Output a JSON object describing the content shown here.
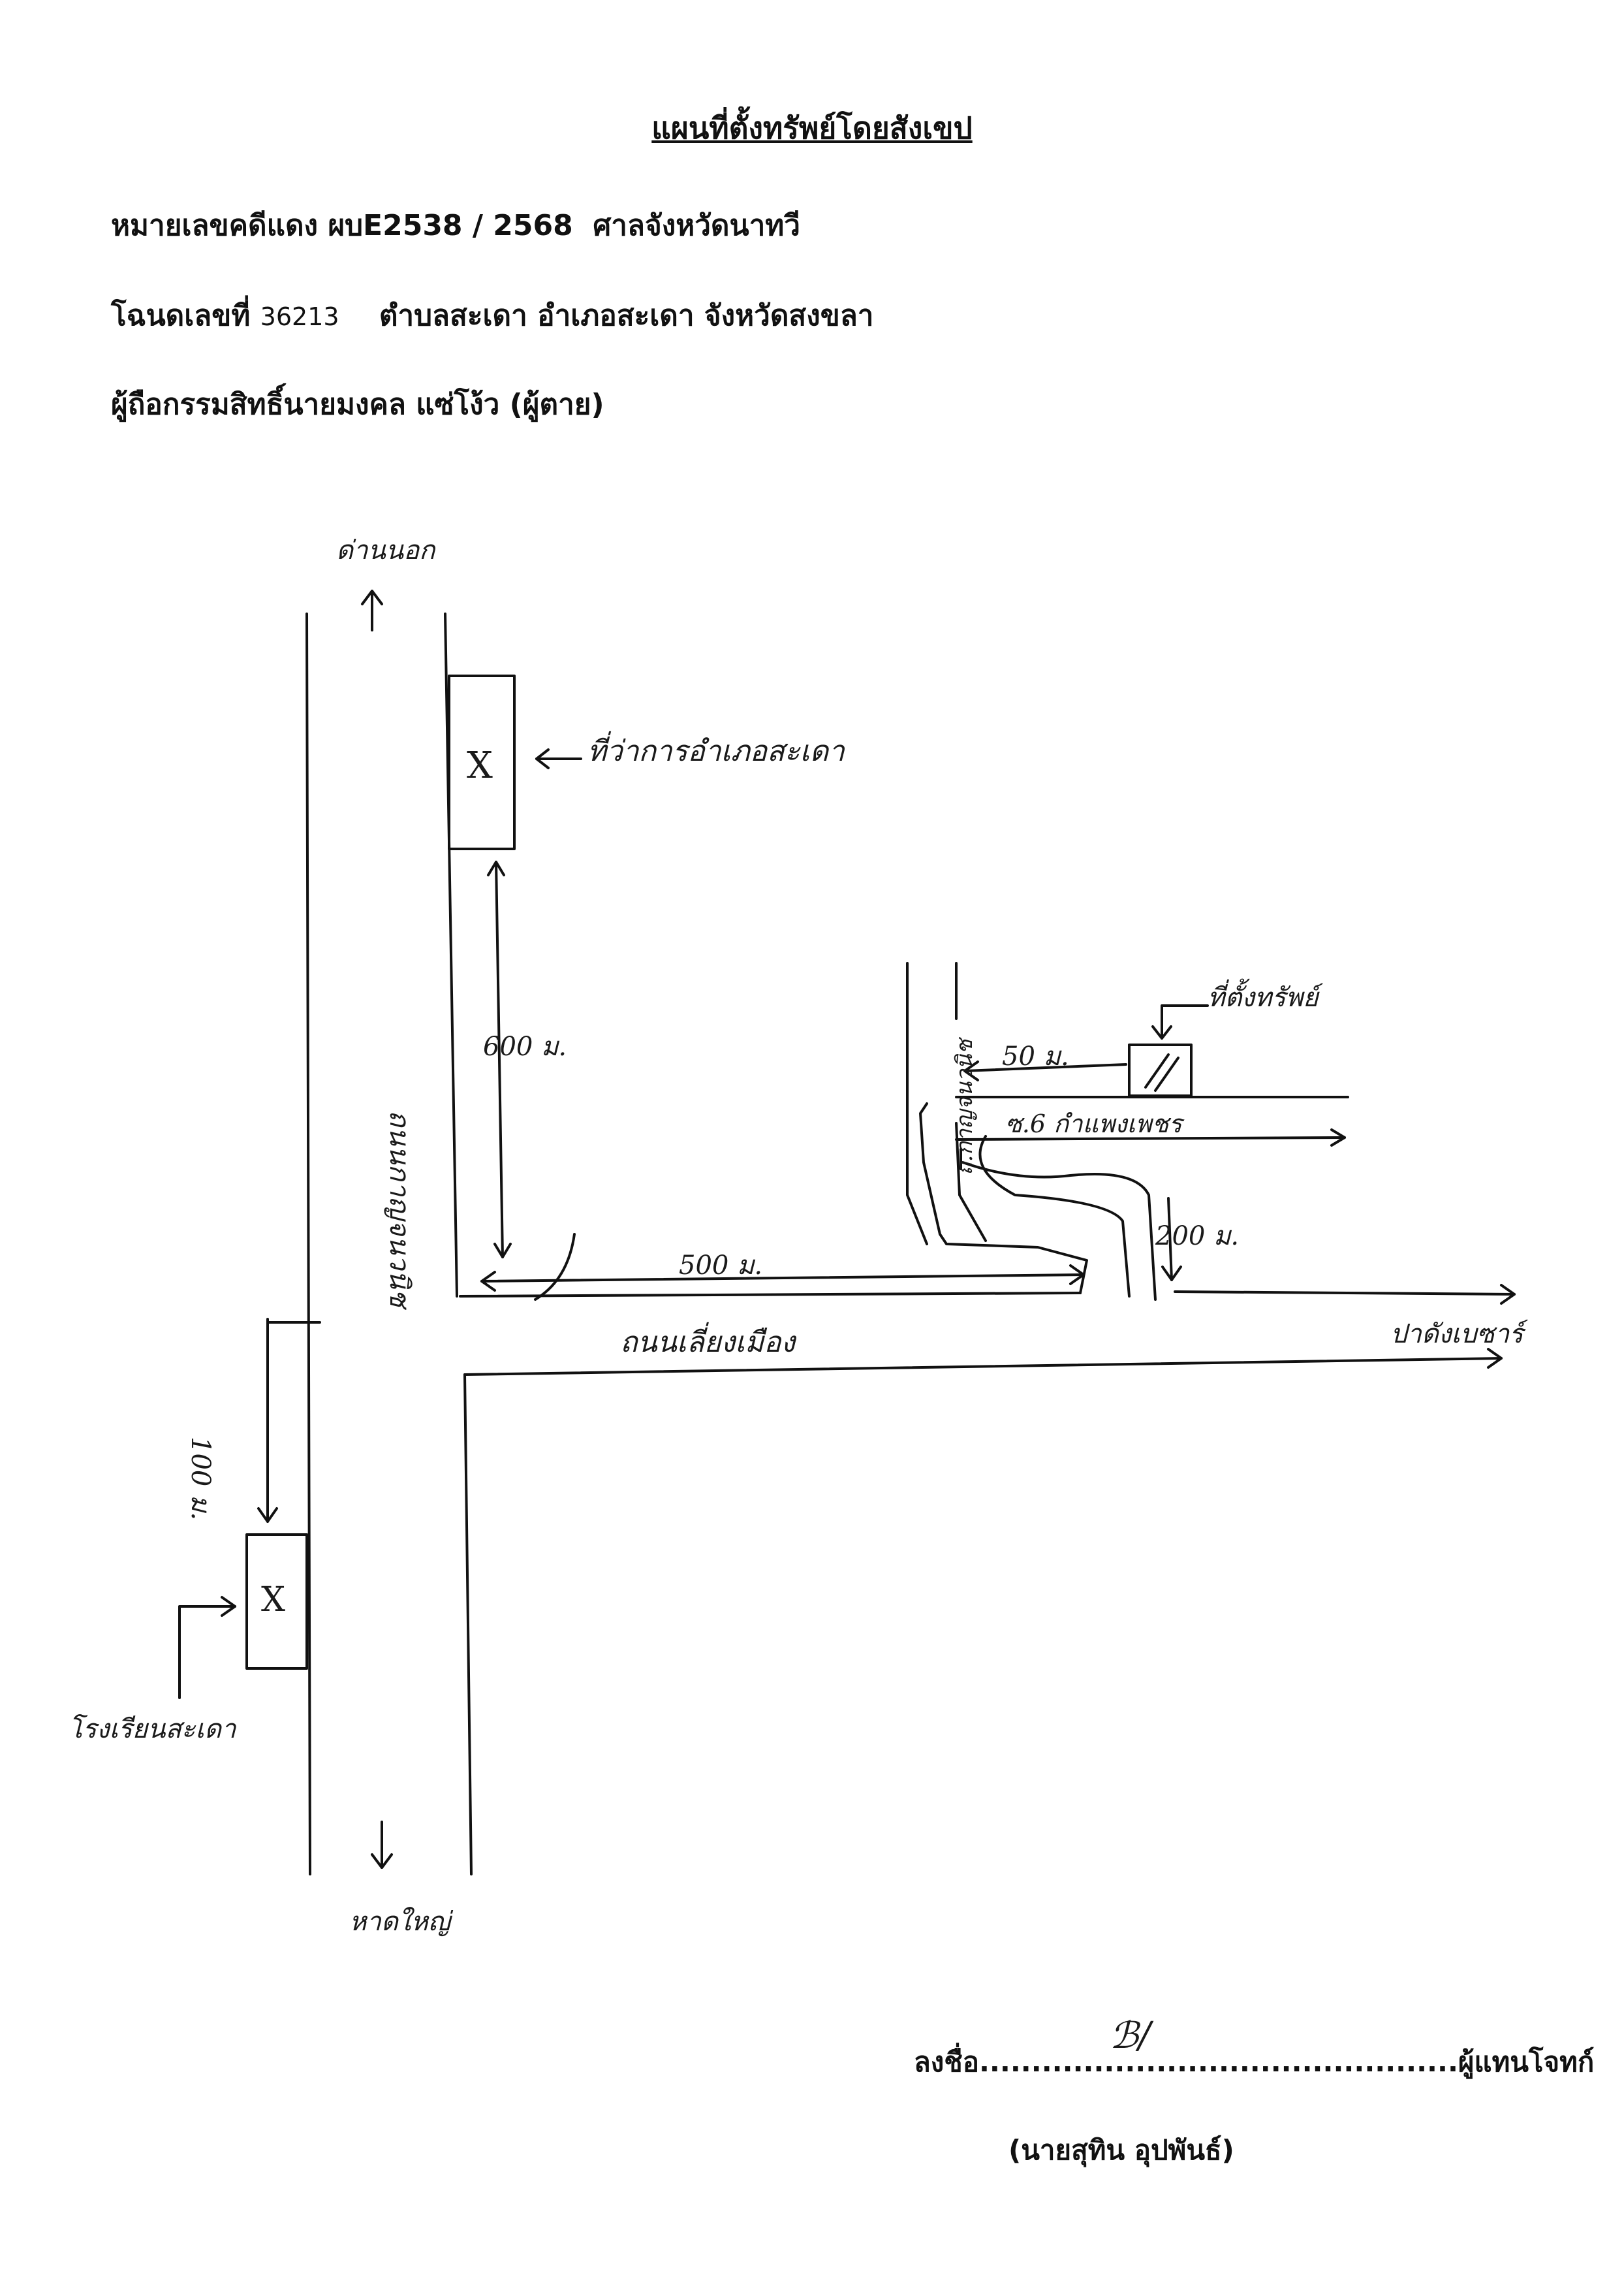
{
  "document": {
    "title": "แผนที่ตั้งทรัพย์โดยสังเขป",
    "case_label": "หมายเลขคดีแดง ผบE2538 / 2568",
    "court": "ศาลจังหวัดนาทวี",
    "deed_label": "โฉนดเลขที่",
    "deed_number": "36213",
    "location": "ตำบลสะเดา อำเภอสะเดา จังหวัดสงขลา",
    "owner": "ผู้ถือกรรมสิทธิ์นายมงคล แซ่โง้ว (ผู้ตาย)"
  },
  "map": {
    "top_destination": "ด่านนอก",
    "bottom_destination": "หาดใหญ่",
    "district_office": "ที่ว่าการอำเภอสะเดา",
    "dist_600": "600 ม.",
    "dist_500": "500 ม.",
    "dist_50": "50 ม.",
    "dist_200": "200 ม.",
    "dist_100": "100 ม.",
    "property_label": "ที่ตั้งทรัพย์",
    "soi_label": "ซ.6 กำแพงเพชร",
    "side_road_label": "ถ.กาญจนวนิช",
    "main_road_label": "ถนนกาญจนวนิช",
    "cross_road_label": "ถนนเลี่ยงเมือง",
    "right_destination": "ปาดังเบซาร์",
    "school_label": "โรงเรียนสะเดา",
    "mark_x": "X",
    "mark_slash": "//"
  },
  "signature": {
    "sign_line": "ลงชื่อ..............................................ผู้แทนโจทก์",
    "signer_name": "(นายสุทิน อุปพันธ์)"
  }
}
